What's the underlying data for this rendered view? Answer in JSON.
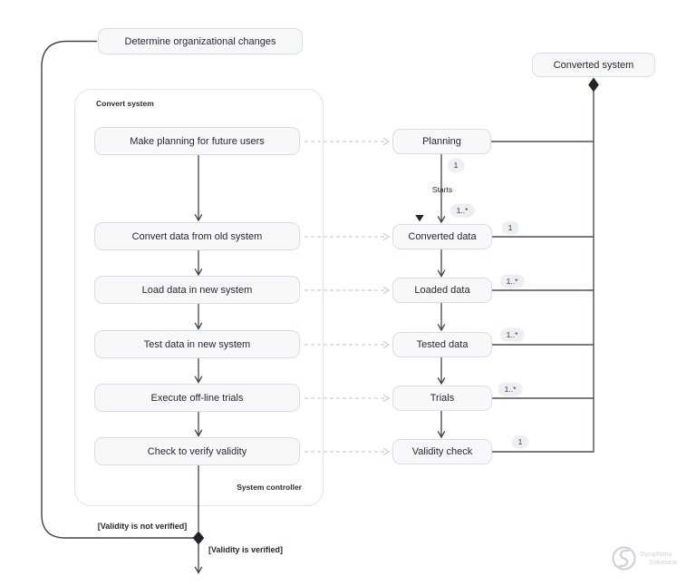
{
  "nodes": {
    "start": "Determine organizational changes",
    "converted_system": "Converted system"
  },
  "container": {
    "title": "Convert system",
    "footer": "System controller"
  },
  "activities": [
    "Make planning for future users",
    "Convert data from old system",
    "Load data in new system",
    "Test data in new system",
    "Execute off-line trials",
    "Check to verify validity"
  ],
  "objects": [
    "Planning",
    "Converted data",
    "Loaded data",
    "Tested data",
    "Trials",
    "Validity check"
  ],
  "annotations": {
    "planning_out_mult": "1",
    "starts": "Starts",
    "converted_in_mult": "1..*",
    "converted_assoc_mult": "1",
    "loaded_assoc_mult": "1..*",
    "tested_assoc_mult": "1..*",
    "trials_assoc_mult": "1..*",
    "validity_assoc_mult": "1"
  },
  "guards": {
    "not_verified": "[Validity is not verified]",
    "verified": "[Validity is verified]"
  },
  "logo": {
    "line1": "Symphony",
    "line2": "Solutions"
  },
  "colors": {
    "line": "#3f434a",
    "dashed_line": "#c9cdd2",
    "box_fill": "#f7f8fa",
    "box_border": "#dadde3",
    "pill_fill": "#edeff2",
    "text": "#26292e",
    "logo": "#cfd3d9"
  }
}
